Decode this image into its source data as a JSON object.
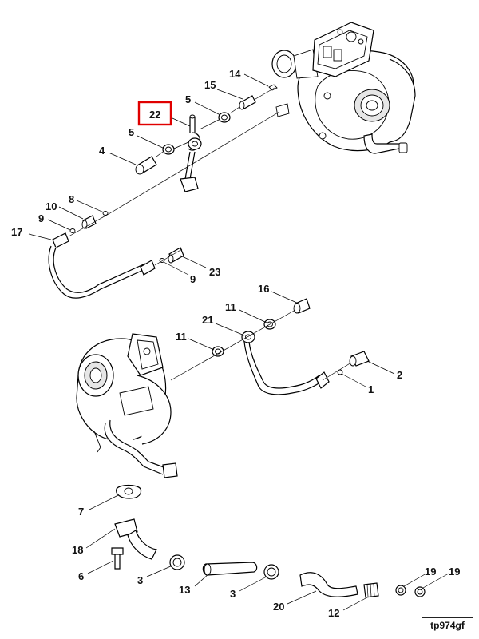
{
  "reference_code": "tp974gf",
  "highlighted_callout": "22",
  "highlight_color": "#e00000",
  "callouts": [
    "22",
    "14",
    "15",
    "5",
    "5",
    "4",
    "8",
    "10",
    "9",
    "17",
    "9",
    "23",
    "16",
    "11",
    "21",
    "11",
    "2",
    "1",
    "7",
    "18",
    "6",
    "3",
    "13",
    "3",
    "20",
    "12",
    "19",
    "19"
  ]
}
